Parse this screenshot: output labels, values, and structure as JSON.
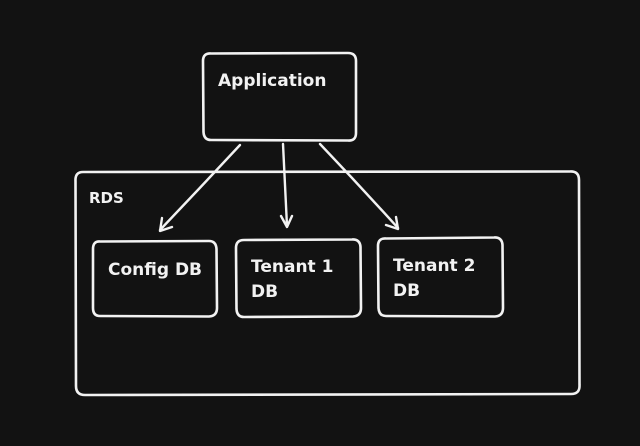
{
  "diagram": {
    "application_label": "Application",
    "rds_label": "RDS",
    "config_db_label": "Config DB",
    "tenant1_label_line1": "Tenant 1",
    "tenant1_label_line2": "DB",
    "tenant2_label_line1": "Tenant 2",
    "tenant2_label_line2": "DB"
  },
  "colors": {
    "background": "#121212",
    "stroke": "#f2f2f2"
  }
}
